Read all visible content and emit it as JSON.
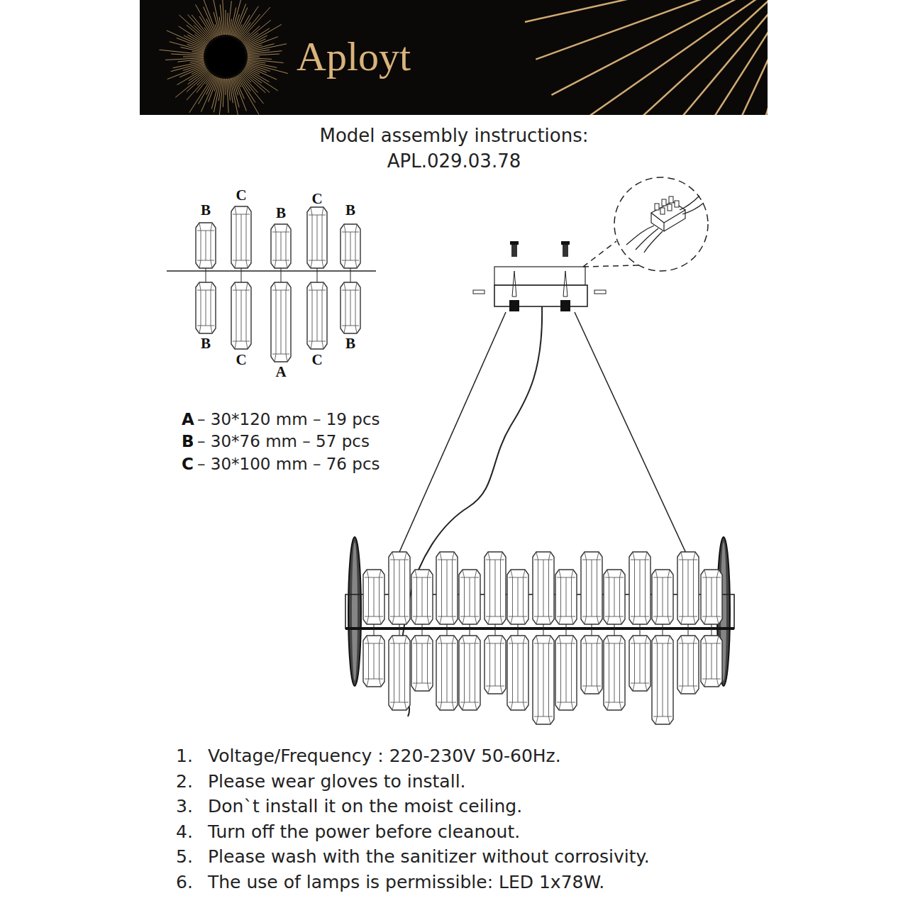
{
  "diagram": {
    "title": "Model assembly instructions:",
    "labels": [
      "Aployt",
      "APL.029.03.78",
      "B",
      "C",
      "B",
      "C",
      "B",
      "B",
      "C",
      "A",
      "C",
      "B",
      "A",
      "– 30*120 mm – 19 pcs",
      "B",
      "– 30*76 mm – 57 pcs",
      "C",
      "– 30*100 mm – 76 pcs",
      "1.",
      "Voltage/Frequency : 220-230V 50-60Hz.",
      "2.",
      "Please wear gloves to install.",
      "3.",
      "Don`t install it on the moist ceiling.",
      "4.",
      "Turn off the power before cleanout.",
      "5.",
      "Please wash with the sanitizer without corrosivity.",
      "6.",
      "The use of lamps is permissible: LED 1x78W."
    ]
  }
}
